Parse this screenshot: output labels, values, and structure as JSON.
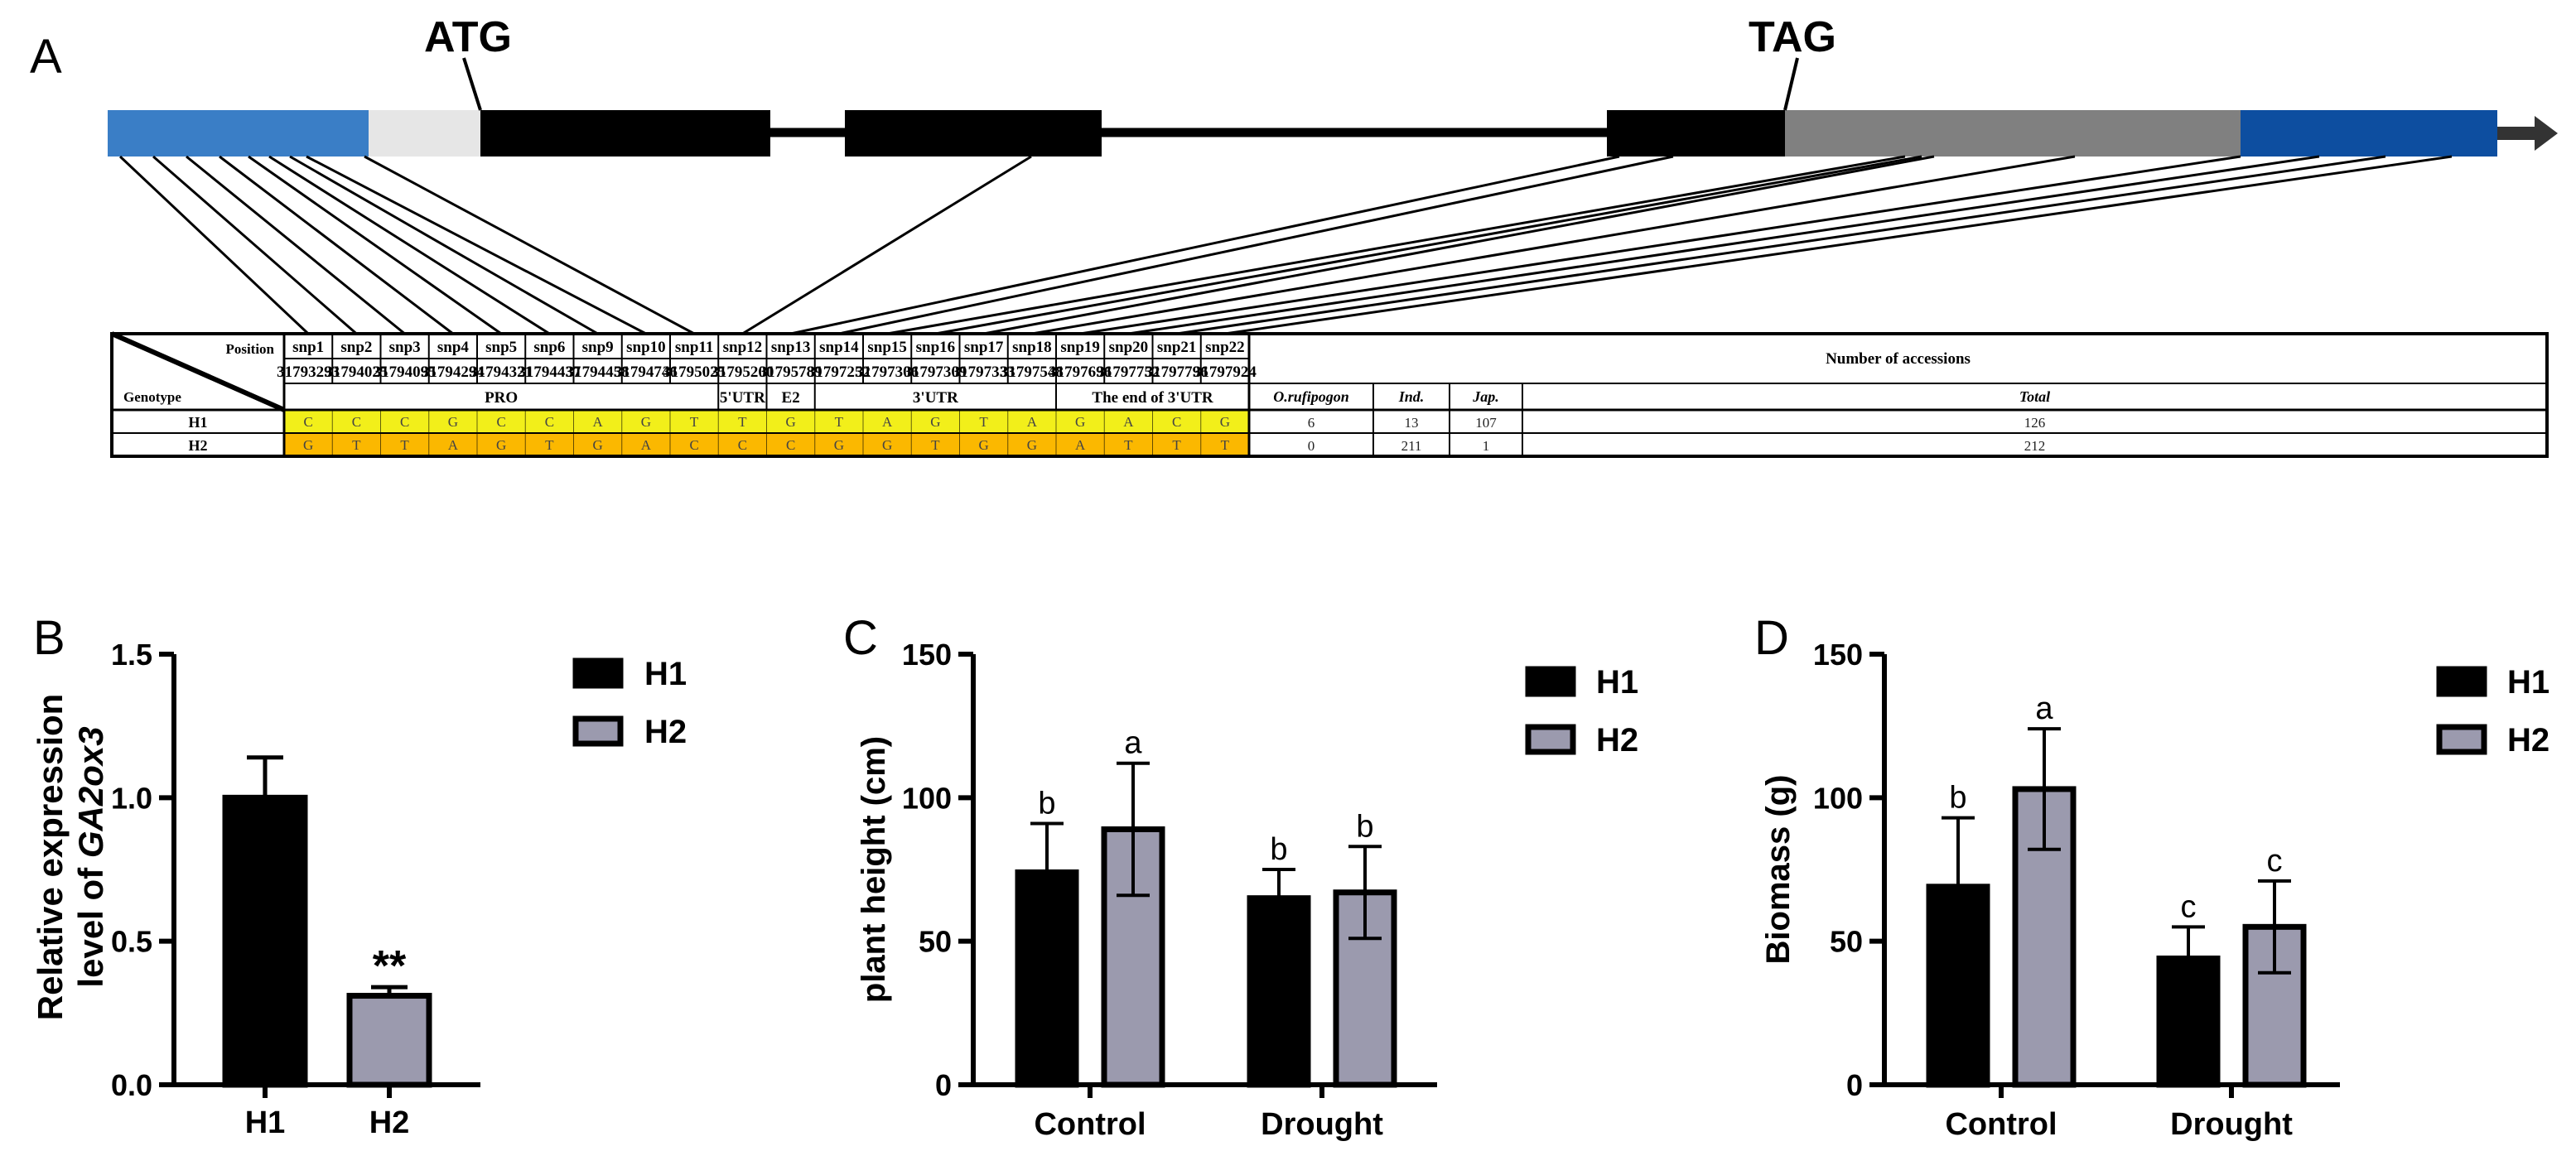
{
  "panel_a": {
    "label": "A",
    "start_codon": "ATG",
    "stop_codon": "TAG",
    "table": {
      "header_position": "Position",
      "header_genotype": "Genotype",
      "snps": [
        {
          "name": "snp1",
          "position": "31793293",
          "h1": "C",
          "h2": "G"
        },
        {
          "name": "snp2",
          "position": "31794025",
          "h1": "C",
          "h2": "T"
        },
        {
          "name": "snp3",
          "position": "31794095",
          "h1": "C",
          "h2": "T"
        },
        {
          "name": "snp4",
          "position": "31794294",
          "h1": "G",
          "h2": "A"
        },
        {
          "name": "snp5",
          "position": "31794321",
          "h1": "C",
          "h2": "G"
        },
        {
          "name": "snp6",
          "position": "31794437",
          "h1": "C",
          "h2": "T"
        },
        {
          "name": "snp9",
          "position": "31794458",
          "h1": "A",
          "h2": "G"
        },
        {
          "name": "snp10",
          "position": "31794746",
          "h1": "G",
          "h2": "A"
        },
        {
          "name": "snp11",
          "position": "31795025",
          "h1": "T",
          "h2": "C"
        },
        {
          "name": "snp12",
          "position": "31795200",
          "h1": "T",
          "h2": "C"
        },
        {
          "name": "snp13",
          "position": "31795789",
          "h1": "G",
          "h2": "C"
        },
        {
          "name": "snp14",
          "position": "31797252",
          "h1": "T",
          "h2": "G"
        },
        {
          "name": "snp15",
          "position": "31797306",
          "h1": "A",
          "h2": "G"
        },
        {
          "name": "snp16",
          "position": "31797309",
          "h1": "G",
          "h2": "T"
        },
        {
          "name": "snp17",
          "position": "31797333",
          "h1": "T",
          "h2": "G"
        },
        {
          "name": "snp18",
          "position": "31797548",
          "h1": "A",
          "h2": "G"
        },
        {
          "name": "snp19",
          "position": "31797696",
          "h1": "G",
          "h2": "A"
        },
        {
          "name": "snp20",
          "position": "31797752",
          "h1": "A",
          "h2": "T"
        },
        {
          "name": "snp21",
          "position": "31797796",
          "h1": "C",
          "h2": "T"
        },
        {
          "name": "snp22",
          "position": "31797924",
          "h1": "G",
          "h2": "T"
        }
      ],
      "regions": [
        {
          "label": "PRO",
          "start": 0,
          "end": 9
        },
        {
          "label": "5'UTR",
          "start": 9,
          "end": 10
        },
        {
          "label": "E2",
          "start": 10,
          "end": 11
        },
        {
          "label": "3'UTR",
          "start": 11,
          "end": 16
        },
        {
          "label": "The end of 3'UTR",
          "start": 16,
          "end": 20
        }
      ],
      "accessions_header": "Number of accessions",
      "accession_columns": [
        "O.rufipogon",
        "Ind.",
        "Jap.",
        "Total"
      ],
      "rows": [
        {
          "genotype": "H1",
          "counts": [
            "6",
            "13",
            "107",
            "126"
          ]
        },
        {
          "genotype": "H2",
          "counts": [
            "0",
            "211",
            "1",
            "212"
          ]
        }
      ],
      "colors": {
        "h1": "#f2ef1a",
        "h2": "#fbb800"
      }
    },
    "gene_colors": {
      "promoter": "#3a7ec6",
      "utr5": "#e6e6e6",
      "exon": "#000000",
      "utr3": "#808080",
      "downstream": "#0d4ea0"
    }
  },
  "chart_data": [
    {
      "panel": "B",
      "type": "bar",
      "categories": [
        "H1",
        "H2"
      ],
      "values": [
        1.0,
        0.31
      ],
      "errors": [
        0.14,
        0.03
      ],
      "annotations": [
        "",
        "**"
      ],
      "ylabel_line1": "Relative expression",
      "ylabel_line2_prefix": "level of ",
      "ylabel_line2_gene": "GA2ox3",
      "ylim": [
        0,
        1.5
      ],
      "yticks": [
        "0.0",
        "0.5",
        "1.0",
        "1.5"
      ],
      "legend": [
        "H1",
        "H2"
      ],
      "colors": {
        "H1": "#000000",
        "H2": "#9b9aae"
      }
    },
    {
      "panel": "C",
      "type": "bar",
      "categories": [
        "Control",
        "Drought"
      ],
      "series": [
        {
          "name": "H1",
          "values": [
            74,
            65
          ],
          "errors": [
            17,
            10
          ],
          "letters": [
            "b",
            "b"
          ]
        },
        {
          "name": "H2",
          "values": [
            89,
            67
          ],
          "errors": [
            23,
            16
          ],
          "letters": [
            "a",
            "b"
          ]
        }
      ],
      "ylabel": "plant height (cm)",
      "ylim": [
        0,
        150
      ],
      "yticks": [
        "0",
        "50",
        "100",
        "150"
      ],
      "colors": {
        "H1": "#000000",
        "H2": "#9b9aae"
      }
    },
    {
      "panel": "D",
      "type": "bar",
      "categories": [
        "Control",
        "Drought"
      ],
      "series": [
        {
          "name": "H1",
          "values": [
            69,
            44
          ],
          "errors": [
            24,
            11
          ],
          "letters": [
            "b",
            "c"
          ]
        },
        {
          "name": "H2",
          "values": [
            103,
            55
          ],
          "errors": [
            21,
            16
          ],
          "letters": [
            "a",
            "c"
          ]
        }
      ],
      "ylabel": "Biomass (g)",
      "ylim": [
        0,
        150
      ],
      "yticks": [
        "0",
        "50",
        "100",
        "150"
      ],
      "colors": {
        "H1": "#000000",
        "H2": "#9b9aae"
      }
    }
  ]
}
